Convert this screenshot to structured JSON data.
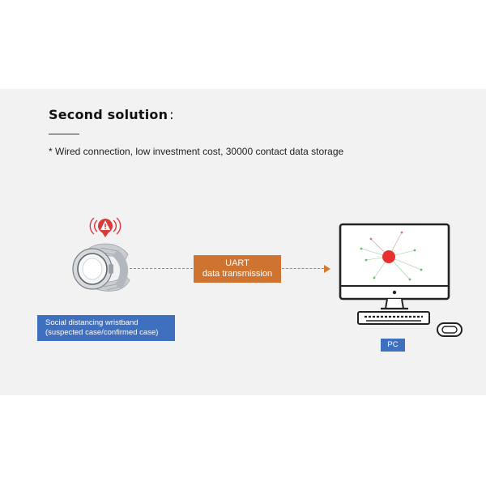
{
  "heading": {
    "title": "Second solution",
    "colon": ":",
    "subtitle": "* Wired connection, low investment cost, 30000 contact data storage"
  },
  "connection": {
    "line1": "UART",
    "line2": "data transmission"
  },
  "wristband": {
    "label_line1": "Social distancing wristband",
    "label_line2": "(suspected case/confirmed case)"
  },
  "pc": {
    "label": "PC"
  },
  "colors": {
    "panel": "#f2f2f2",
    "accent_orange": "#cf7430",
    "label_blue": "#3f6fbf",
    "alert_red": "#d93a3a"
  }
}
